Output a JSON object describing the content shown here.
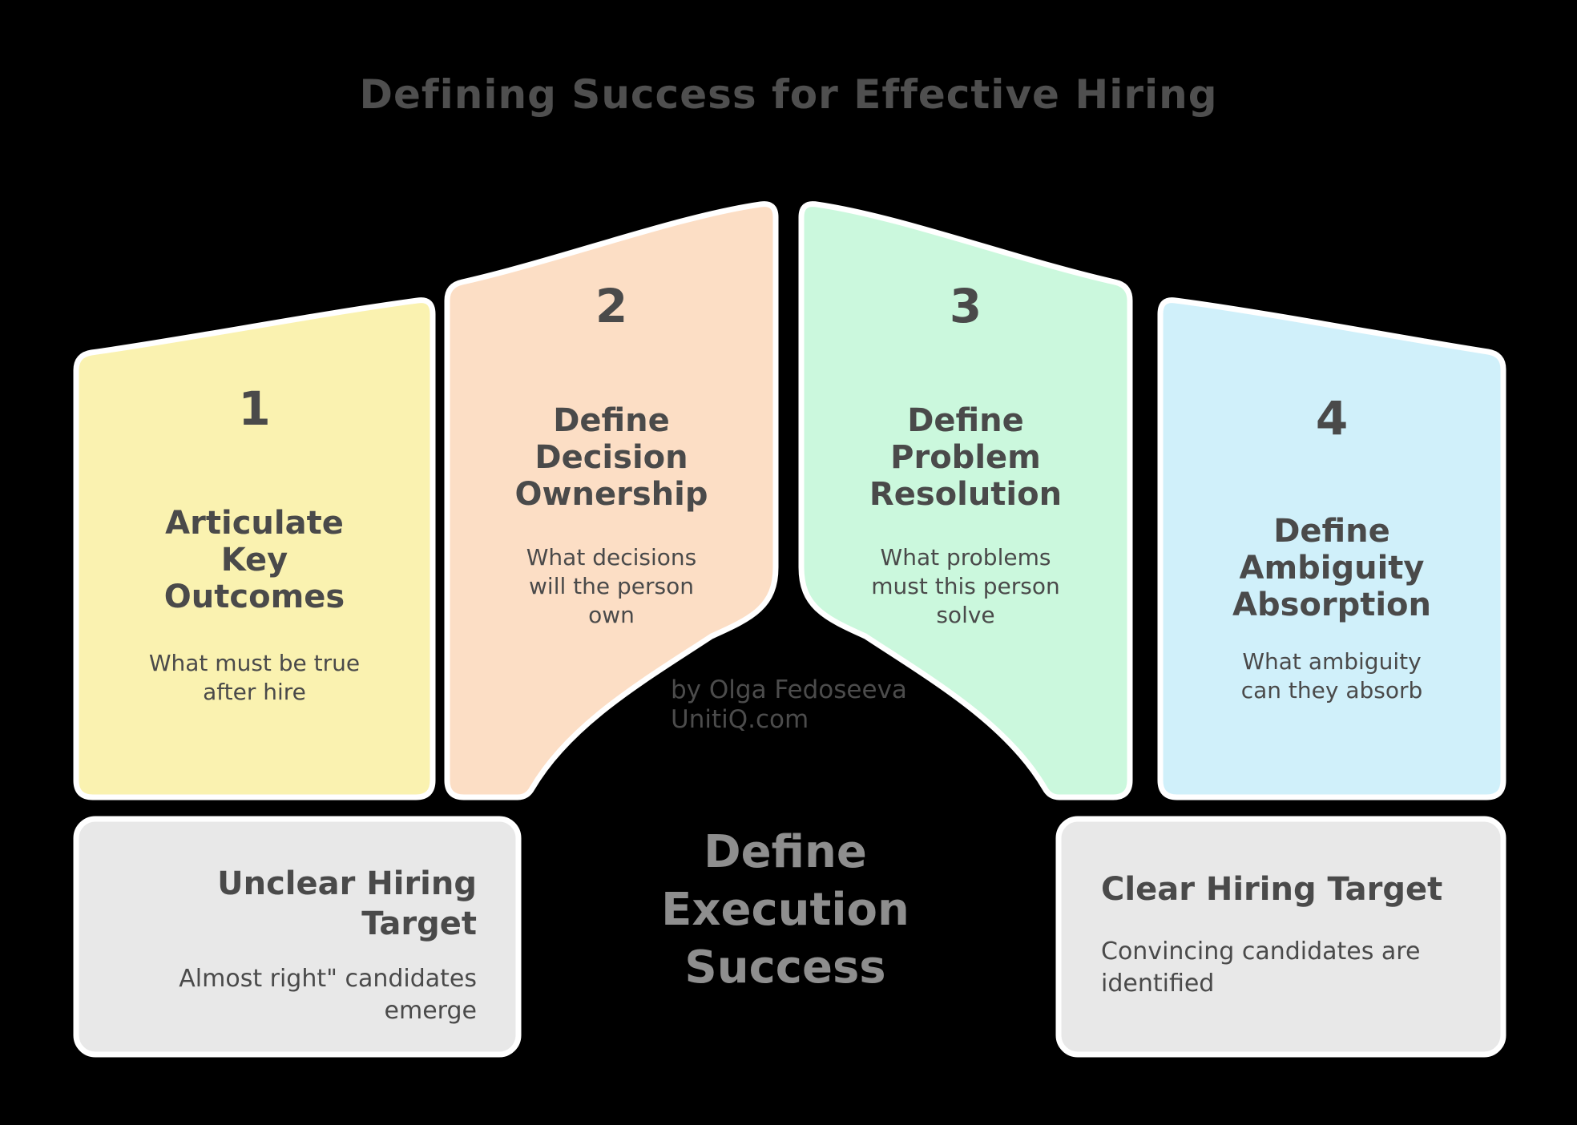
{
  "title": "Defining Success for Effective Hiring",
  "steps": [
    {
      "number": "1",
      "heading": "Articulate\nKey\nOutcomes",
      "description": "What must be true\nafter hire",
      "color": "#FAF2B0"
    },
    {
      "number": "2",
      "heading": "Define\nDecision\nOwnership",
      "description": "What decisions\nwill the person\nown",
      "color": "#FCDEC5"
    },
    {
      "number": "3",
      "heading": "Define\nProblem\nResolution",
      "description": "What problems\nmust this person\nsolve",
      "color": "#CBF8DD"
    },
    {
      "number": "4",
      "heading": "Define\nAmbiguity\nAbsorption",
      "description": "What ambiguity\ncan they absorb",
      "color": "#D0F0FA"
    }
  ],
  "center": {
    "author": "by Olga Fedoseeva\nUnitiQ.com",
    "arch_label": "Define\nExecution\nSuccess"
  },
  "outcomes": {
    "box_color": "#E8E8E8",
    "negative": {
      "heading": "Unclear Hiring\nTarget",
      "description": "Almost right\" candidates\nemerge"
    },
    "positive": {
      "heading": "Clear Hiring Target",
      "description": "Convincing candidates are\nidentified"
    }
  },
  "colors": {
    "background": "#000000",
    "panel_border": "#FFFFFF",
    "dark_text": "#4A4A4A",
    "title_text": "#4F4F4F",
    "arch_text": "#8E8E8E",
    "author_text": "#4C4C4C"
  }
}
